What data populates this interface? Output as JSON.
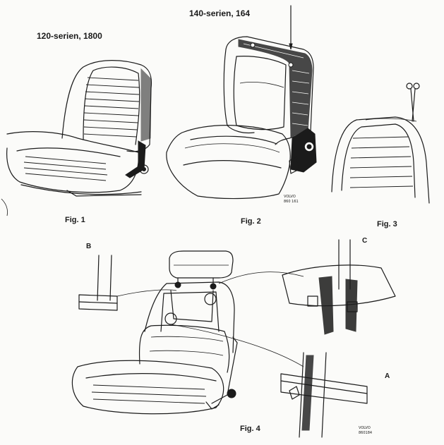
{
  "labels": {
    "series_120": "120-serien, 1800",
    "series_140": "140-serien, 164",
    "fig1": "Fig. 1",
    "fig2": "Fig. 2",
    "fig3": "Fig. 3",
    "fig4": "Fig. 4",
    "letter_a": "A",
    "letter_b": "B",
    "letter_c": "C"
  },
  "codes": {
    "fig2_brand": "VOLVO",
    "fig2_number": "860 161",
    "fig4_brand": "VOLVO",
    "fig4_number": "860184"
  }
}
